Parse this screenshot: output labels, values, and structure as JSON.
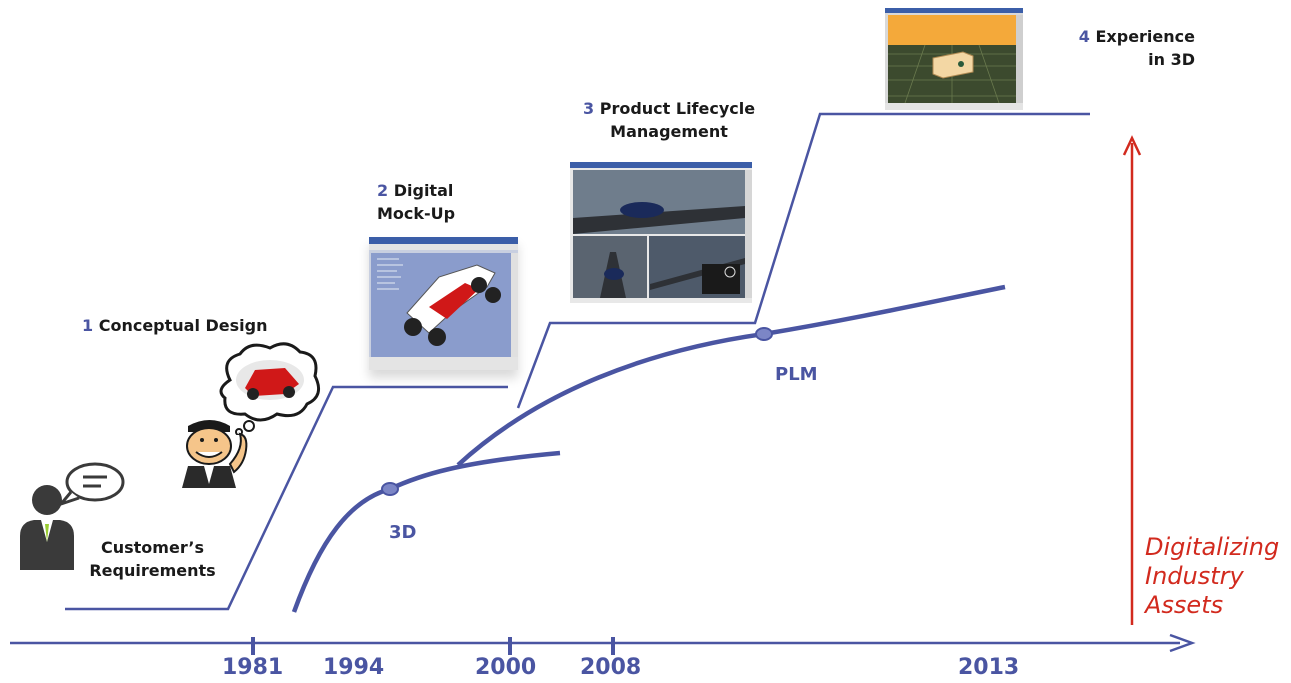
{
  "stages": {
    "customer": {
      "label_line1": "Customer’s",
      "label_line2": "Requirements"
    },
    "s1": {
      "num": "1",
      "text": "Conceptual Design"
    },
    "s2": {
      "num": "2",
      "text_line1": "Digital",
      "text_line2": "Mock-Up"
    },
    "s3": {
      "num": "3",
      "text_line1": "Product Lifecycle",
      "text_line2": "Management"
    },
    "s4": {
      "num": "4",
      "text_line1": "Experience",
      "text_line2": "in 3D"
    }
  },
  "curve_labels": {
    "three_d": "3D",
    "plm": "PLM"
  },
  "timeline": {
    "years": [
      "1981",
      "1994",
      "2000",
      "2008",
      "2013"
    ]
  },
  "arrow_label": {
    "line1": "Digitalizing",
    "line2": "Industry",
    "line3": "Assets"
  },
  "colors": {
    "line": "#4a55a2",
    "arrow": "#d22a1e",
    "text_dark": "#1a1a1a"
  },
  "icons": [
    "customer-person-icon",
    "speech-bubble-icon",
    "thought-bubble-icon",
    "thinking-man-icon"
  ]
}
